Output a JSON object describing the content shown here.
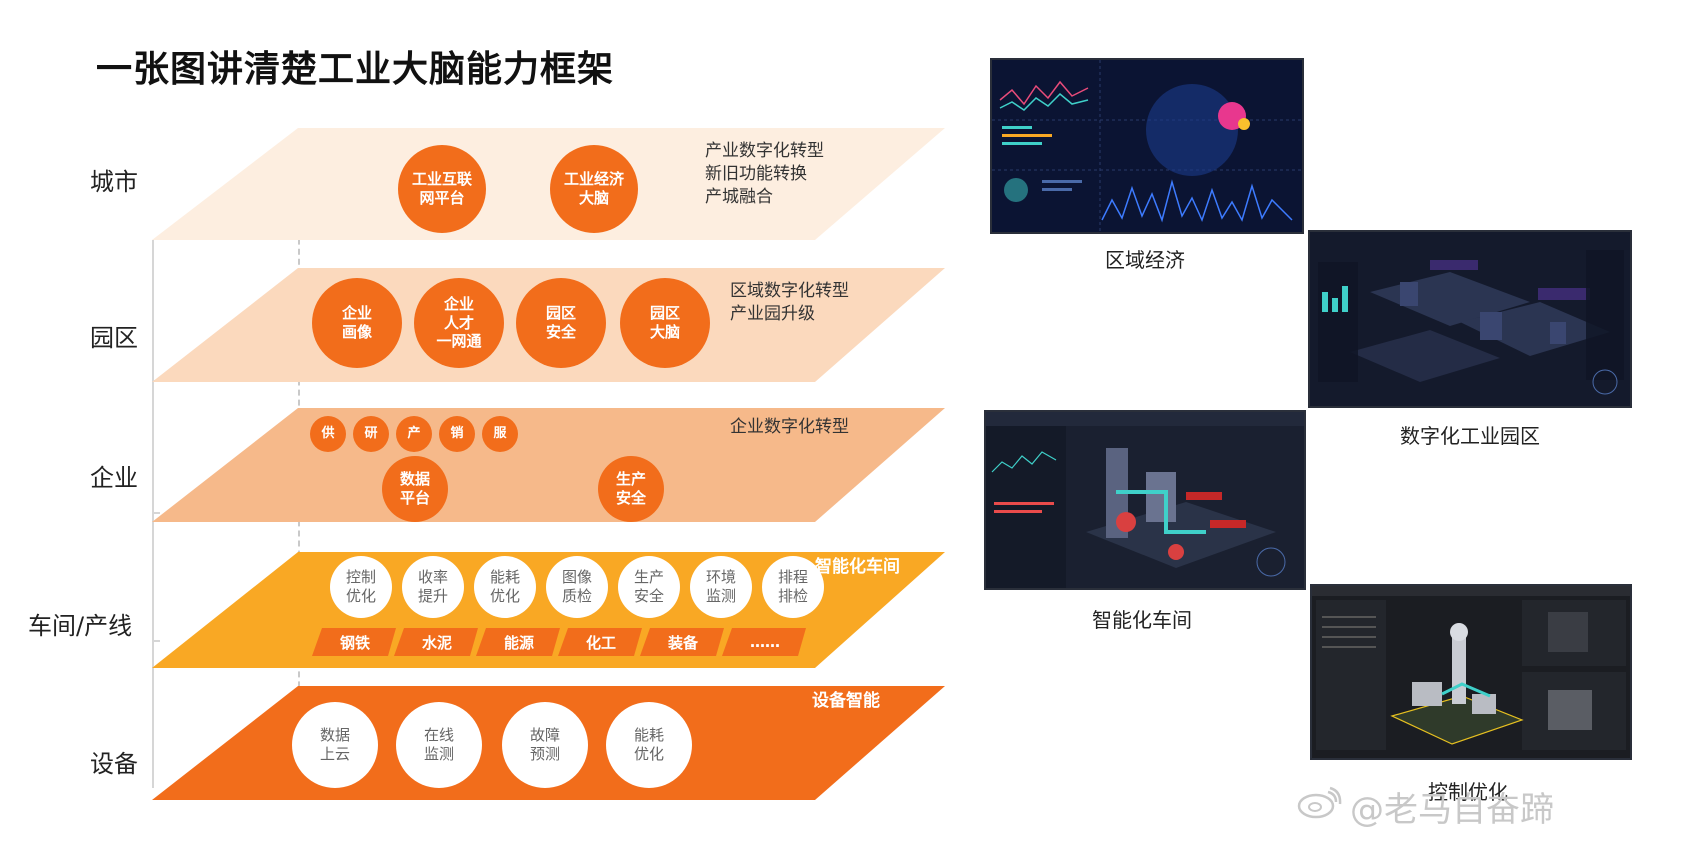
{
  "title": "一张图讲清楚工业大脑能力框架",
  "layers": {
    "city": {
      "label": "城市",
      "nodes": [
        "工业互联\n网平台",
        "工业经济\n大脑"
      ],
      "desc": "产业数字化转型\n新旧功能转换\n产城融合"
    },
    "park": {
      "label": "园区",
      "nodes": [
        "企业\n画像",
        "企业\n人才\n一网通",
        "园区\n安全",
        "园区\n大脑"
      ],
      "desc": "区域数字化转型\n产业园升级"
    },
    "enterprise": {
      "label": "企业",
      "small_nodes": [
        "供",
        "研",
        "产",
        "销",
        "服"
      ],
      "nodes": [
        "数据\n平台",
        "生产\n安全"
      ],
      "desc": "企业数字化转型"
    },
    "workshop": {
      "label": "车间/产线",
      "nodes": [
        "控制\n优化",
        "收率\n提升",
        "能耗\n优化",
        "图像\n质检",
        "生产\n安全",
        "环境\n监测",
        "排程\n排检"
      ],
      "industries": [
        "钢铁",
        "水泥",
        "能源",
        "化工",
        "装备",
        "……"
      ],
      "desc": "智能化车间"
    },
    "equipment": {
      "label": "设备",
      "nodes": [
        "数据\n上云",
        "在线\n监测",
        "故障\n预测",
        "能耗\n优化"
      ],
      "desc": "设备智能"
    }
  },
  "screenshots": [
    {
      "caption": "区域经济"
    },
    {
      "caption": "数字化工业园区"
    },
    {
      "caption": "智能化车间"
    },
    {
      "caption": "控制优化"
    }
  ],
  "watermark": "@老马自奋蹄",
  "colors": {
    "city": "#fdeee0",
    "park": "#fbd9bd",
    "enterprise": "#f6b98a",
    "workshop": "#f9a824",
    "equipment": "#f26d1b",
    "accent": "#f26d1b"
  }
}
